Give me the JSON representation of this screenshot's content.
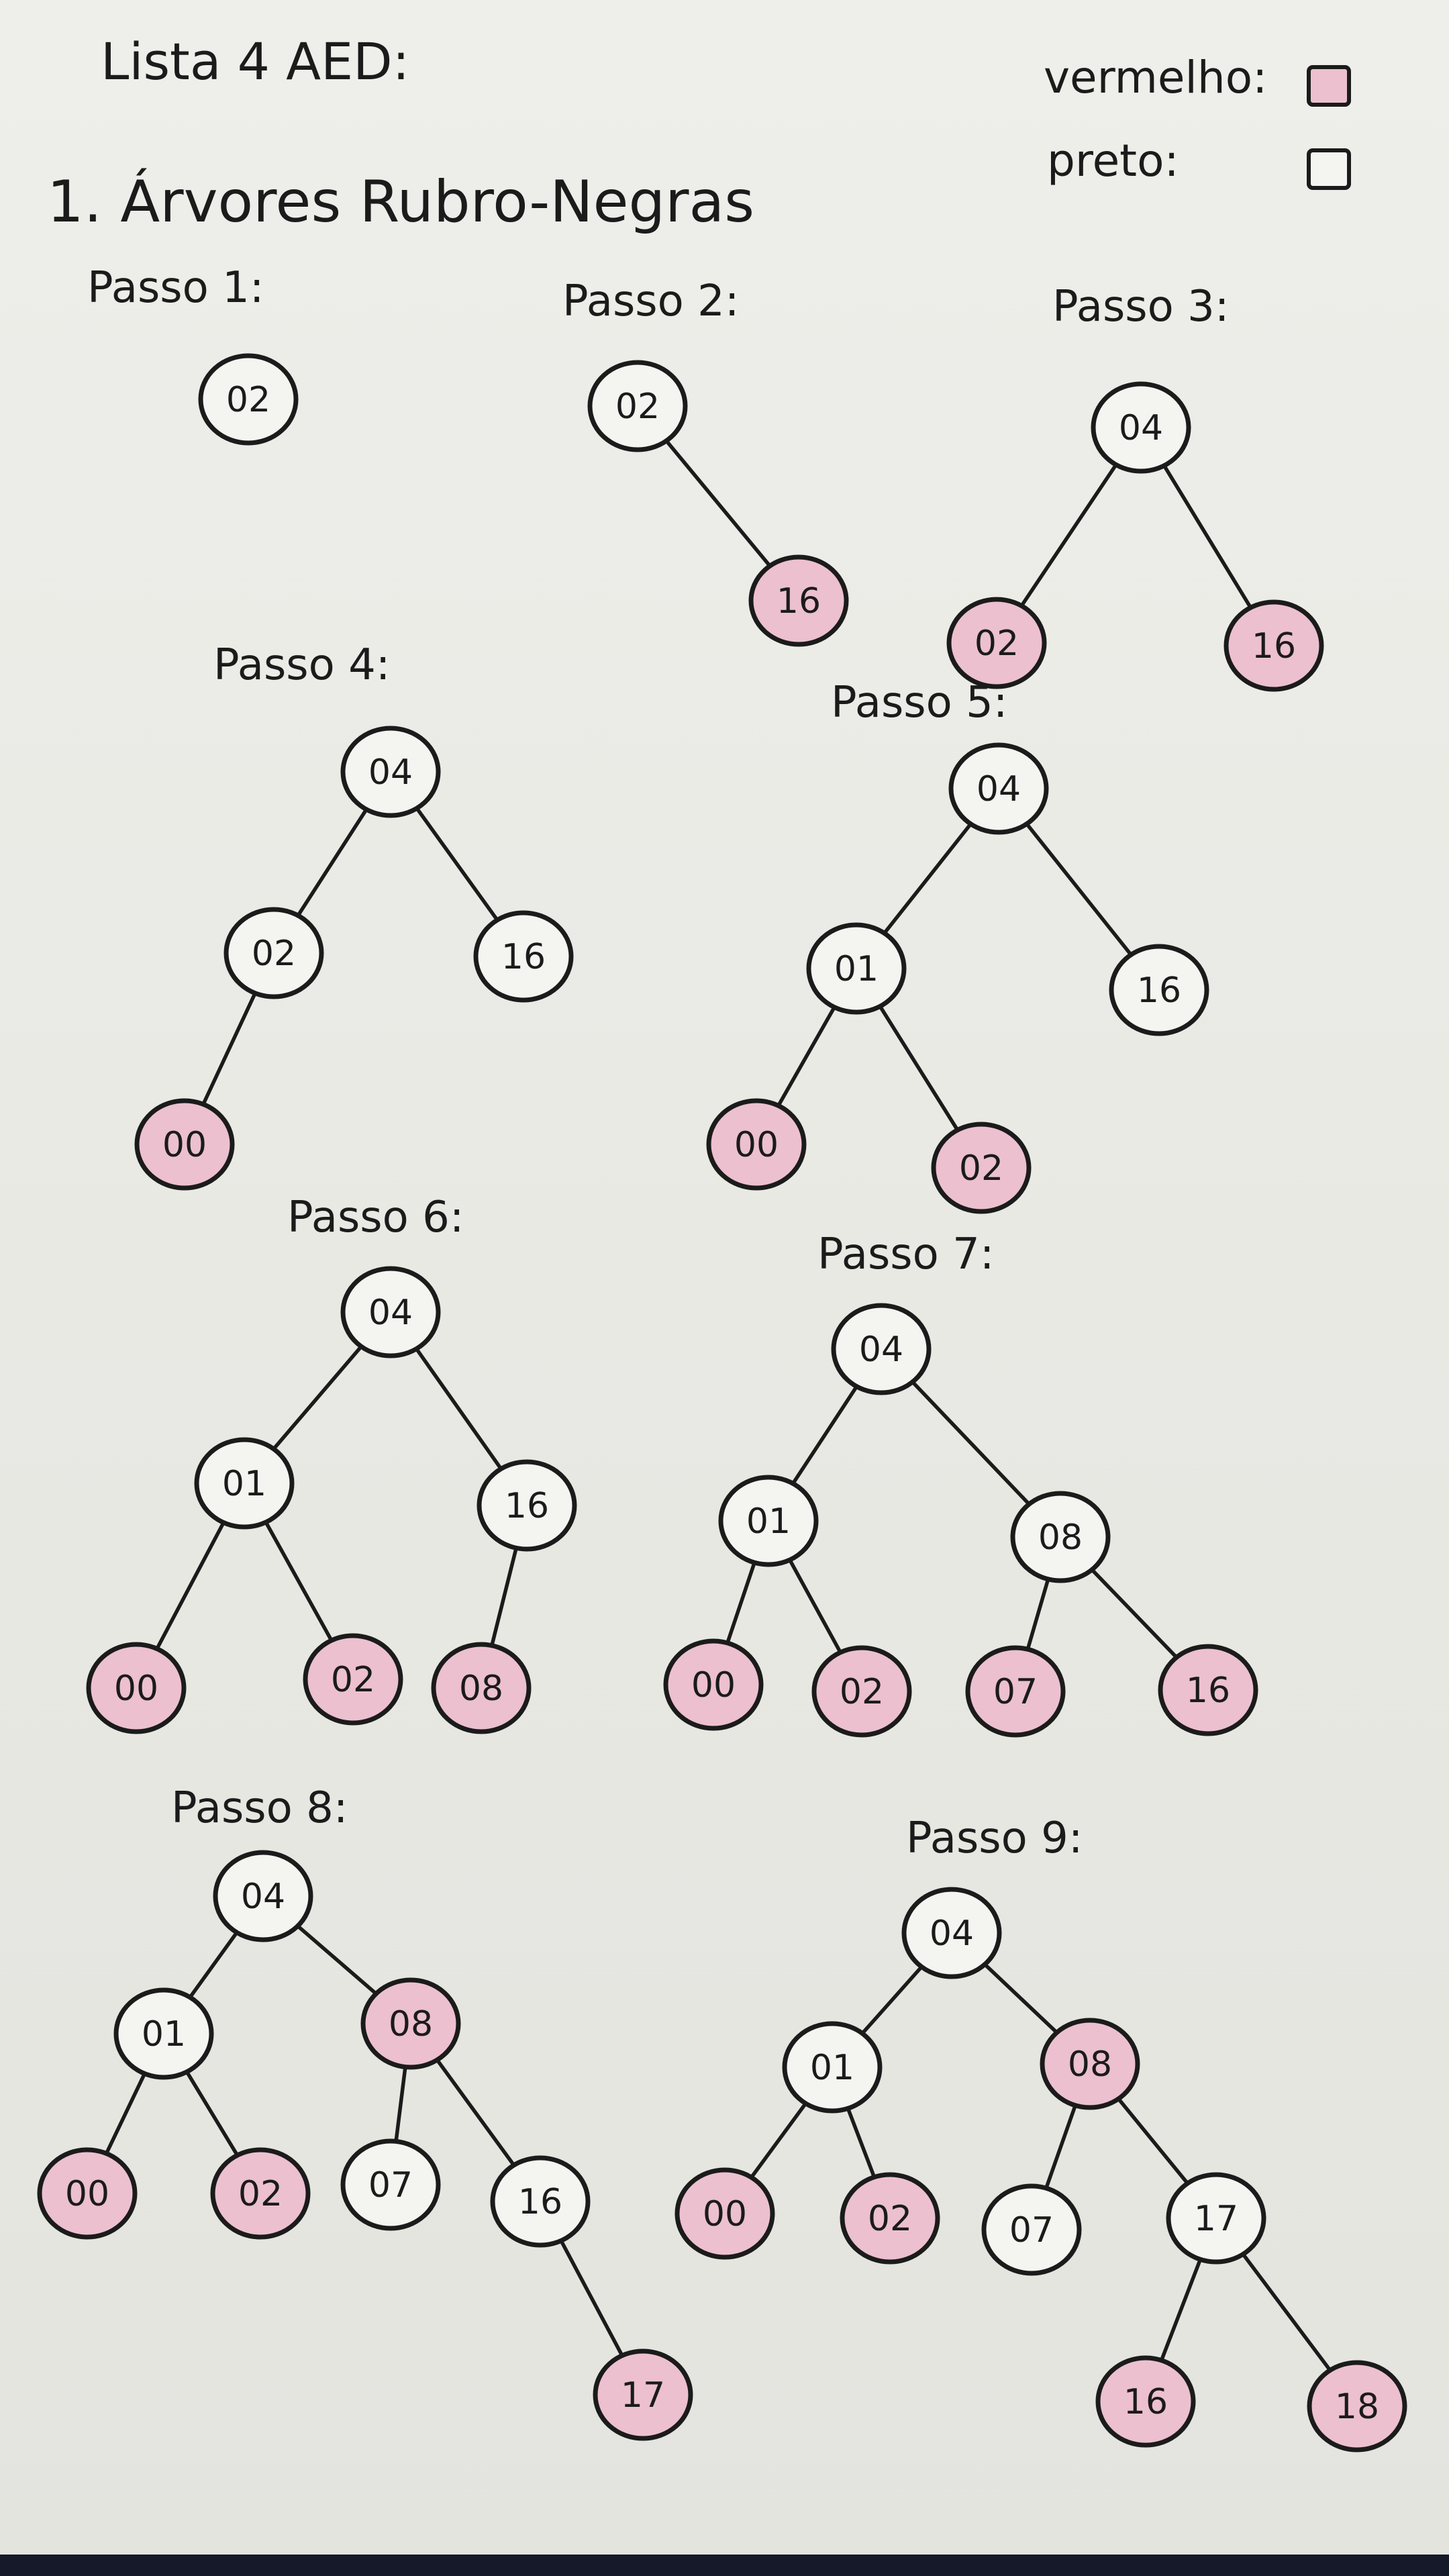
{
  "header": {
    "title": "Lista 4 AED:",
    "section": "1. Árvores Rubro-Negras"
  },
  "legend": {
    "items": [
      {
        "label": "vermelho:",
        "color": "red"
      },
      {
        "label": "preto:",
        "color": "black"
      }
    ]
  },
  "colors": {
    "red_fill": "#ecc0cf",
    "black_fill": "#f4f4f1",
    "ink": "#1b1b1b"
  },
  "steps": [
    {
      "title": "Passo 1:",
      "nodes": [
        {
          "id": "a",
          "label": "02",
          "color": "black"
        }
      ],
      "edges": []
    },
    {
      "title": "Passo 2:",
      "nodes": [
        {
          "id": "a",
          "label": "02",
          "color": "black"
        },
        {
          "id": "b",
          "label": "16",
          "color": "red"
        }
      ],
      "edges": [
        [
          "a",
          "b"
        ]
      ]
    },
    {
      "title": "Passo 3:",
      "nodes": [
        {
          "id": "a",
          "label": "04",
          "color": "black"
        },
        {
          "id": "b",
          "label": "02",
          "color": "red"
        },
        {
          "id": "c",
          "label": "16",
          "color": "red"
        }
      ],
      "edges": [
        [
          "a",
          "b"
        ],
        [
          "a",
          "c"
        ]
      ]
    },
    {
      "title": "Passo 4:",
      "nodes": [
        {
          "id": "a",
          "label": "04",
          "color": "black"
        },
        {
          "id": "b",
          "label": "02",
          "color": "black"
        },
        {
          "id": "c",
          "label": "16",
          "color": "black"
        },
        {
          "id": "d",
          "label": "00",
          "color": "red"
        }
      ],
      "edges": [
        [
          "a",
          "b"
        ],
        [
          "a",
          "c"
        ],
        [
          "b",
          "d"
        ]
      ]
    },
    {
      "title": "Passo 5:",
      "nodes": [
        {
          "id": "a",
          "label": "04",
          "color": "black"
        },
        {
          "id": "b",
          "label": "01",
          "color": "black"
        },
        {
          "id": "c",
          "label": "16",
          "color": "black"
        },
        {
          "id": "d",
          "label": "00",
          "color": "red"
        },
        {
          "id": "e",
          "label": "02",
          "color": "red"
        }
      ],
      "edges": [
        [
          "a",
          "b"
        ],
        [
          "a",
          "c"
        ],
        [
          "b",
          "d"
        ],
        [
          "b",
          "e"
        ]
      ]
    },
    {
      "title": "Passo 6:",
      "nodes": [
        {
          "id": "a",
          "label": "04",
          "color": "black"
        },
        {
          "id": "b",
          "label": "01",
          "color": "black"
        },
        {
          "id": "c",
          "label": "16",
          "color": "black"
        },
        {
          "id": "d",
          "label": "00",
          "color": "red"
        },
        {
          "id": "e",
          "label": "02",
          "color": "red"
        },
        {
          "id": "f",
          "label": "08",
          "color": "red"
        }
      ],
      "edges": [
        [
          "a",
          "b"
        ],
        [
          "a",
          "c"
        ],
        [
          "b",
          "d"
        ],
        [
          "b",
          "e"
        ],
        [
          "c",
          "f"
        ]
      ]
    },
    {
      "title": "Passo 7:",
      "nodes": [
        {
          "id": "a",
          "label": "04",
          "color": "black"
        },
        {
          "id": "b",
          "label": "01",
          "color": "black"
        },
        {
          "id": "c",
          "label": "08",
          "color": "black"
        },
        {
          "id": "d",
          "label": "00",
          "color": "red"
        },
        {
          "id": "e",
          "label": "02",
          "color": "red"
        },
        {
          "id": "f",
          "label": "07",
          "color": "red"
        },
        {
          "id": "g",
          "label": "16",
          "color": "red"
        }
      ],
      "edges": [
        [
          "a",
          "b"
        ],
        [
          "a",
          "c"
        ],
        [
          "b",
          "d"
        ],
        [
          "b",
          "e"
        ],
        [
          "c",
          "f"
        ],
        [
          "c",
          "g"
        ]
      ]
    },
    {
      "title": "Passo 8:",
      "nodes": [
        {
          "id": "a",
          "label": "04",
          "color": "black"
        },
        {
          "id": "b",
          "label": "01",
          "color": "black"
        },
        {
          "id": "c",
          "label": "08",
          "color": "red"
        },
        {
          "id": "d",
          "label": "00",
          "color": "red"
        },
        {
          "id": "e",
          "label": "02",
          "color": "red"
        },
        {
          "id": "f",
          "label": "07",
          "color": "black"
        },
        {
          "id": "g",
          "label": "16",
          "color": "black"
        },
        {
          "id": "h",
          "label": "17",
          "color": "red"
        }
      ],
      "edges": [
        [
          "a",
          "b"
        ],
        [
          "a",
          "c"
        ],
        [
          "b",
          "d"
        ],
        [
          "b",
          "e"
        ],
        [
          "c",
          "f"
        ],
        [
          "c",
          "g"
        ],
        [
          "g",
          "h"
        ]
      ]
    },
    {
      "title": "Passo 9:",
      "nodes": [
        {
          "id": "a",
          "label": "04",
          "color": "black"
        },
        {
          "id": "b",
          "label": "01",
          "color": "black"
        },
        {
          "id": "c",
          "label": "08",
          "color": "red"
        },
        {
          "id": "d",
          "label": "00",
          "color": "red"
        },
        {
          "id": "e",
          "label": "02",
          "color": "red"
        },
        {
          "id": "f",
          "label": "07",
          "color": "black"
        },
        {
          "id": "g",
          "label": "17",
          "color": "black"
        },
        {
          "id": "h",
          "label": "16",
          "color": "red"
        },
        {
          "id": "i",
          "label": "18",
          "color": "red"
        }
      ],
      "edges": [
        [
          "a",
          "b"
        ],
        [
          "a",
          "c"
        ],
        [
          "b",
          "d"
        ],
        [
          "b",
          "e"
        ],
        [
          "c",
          "f"
        ],
        [
          "c",
          "g"
        ],
        [
          "g",
          "h"
        ],
        [
          "g",
          "i"
        ]
      ]
    }
  ]
}
